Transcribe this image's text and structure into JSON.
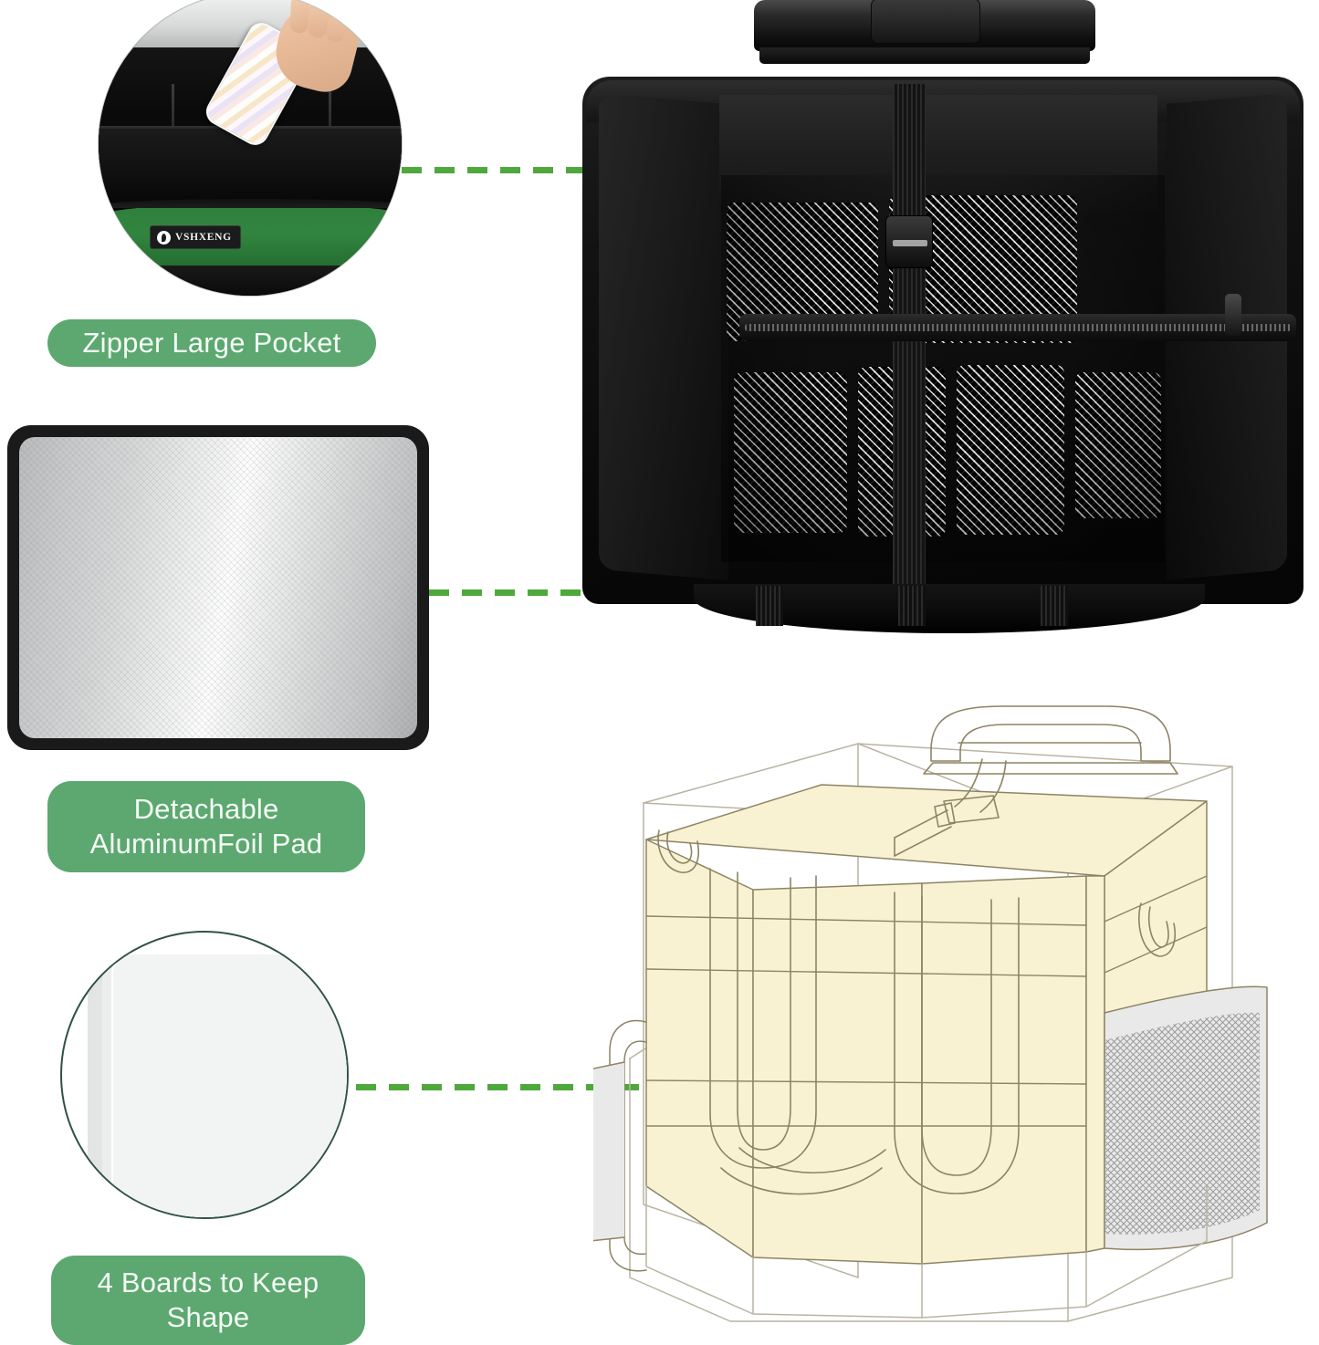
{
  "infographic": {
    "brand": "VSHXENG",
    "accent_green_pill": "#5CA870",
    "accent_green_line": "#4FA83C",
    "accent_green_dot": "#2F9C12",
    "circle_outline": "#2F5248",
    "background": "#FFFFFF"
  },
  "features": [
    {
      "id": "zipper-pocket",
      "label": "Zipper Large Pocket",
      "callout_icon": "circle-photo-zipper-pocket",
      "photo_description": "Hand inserting striped phone case into large zipper pocket of black bag with green interior panel"
    },
    {
      "id": "aluminum-foil-pad",
      "label": "Detachable\nAluminumFoil Pad",
      "callout_icon": "silver-foil-pad",
      "photo_description": "Rectangular silver aluminum foil insulation pad with black fabric border"
    },
    {
      "id": "shape-boards",
      "label": "4 Boards to Keep\nShape",
      "callout_icon": "circle-photo-boards",
      "photo_description": "Stack of four white rigid plastic support boards inside circular crop"
    }
  ],
  "product_photo": {
    "name": "black-insulated-bag-interior",
    "parts": [
      "top-plastic-handle",
      "center-strap-with-buckle",
      "horizontal-zipper",
      "mesh-pockets",
      "bottom-carry-straps"
    ]
  },
  "product_diagram": {
    "name": "line-art-bag-with-boards",
    "fill_color": "#F7F0CF",
    "stroke_color": "#8A8160",
    "parts": [
      "top-handle",
      "strap-buckle",
      "tote-handles",
      "side-mesh-pocket",
      "shoulder-strap",
      "four-internal-boards"
    ]
  }
}
